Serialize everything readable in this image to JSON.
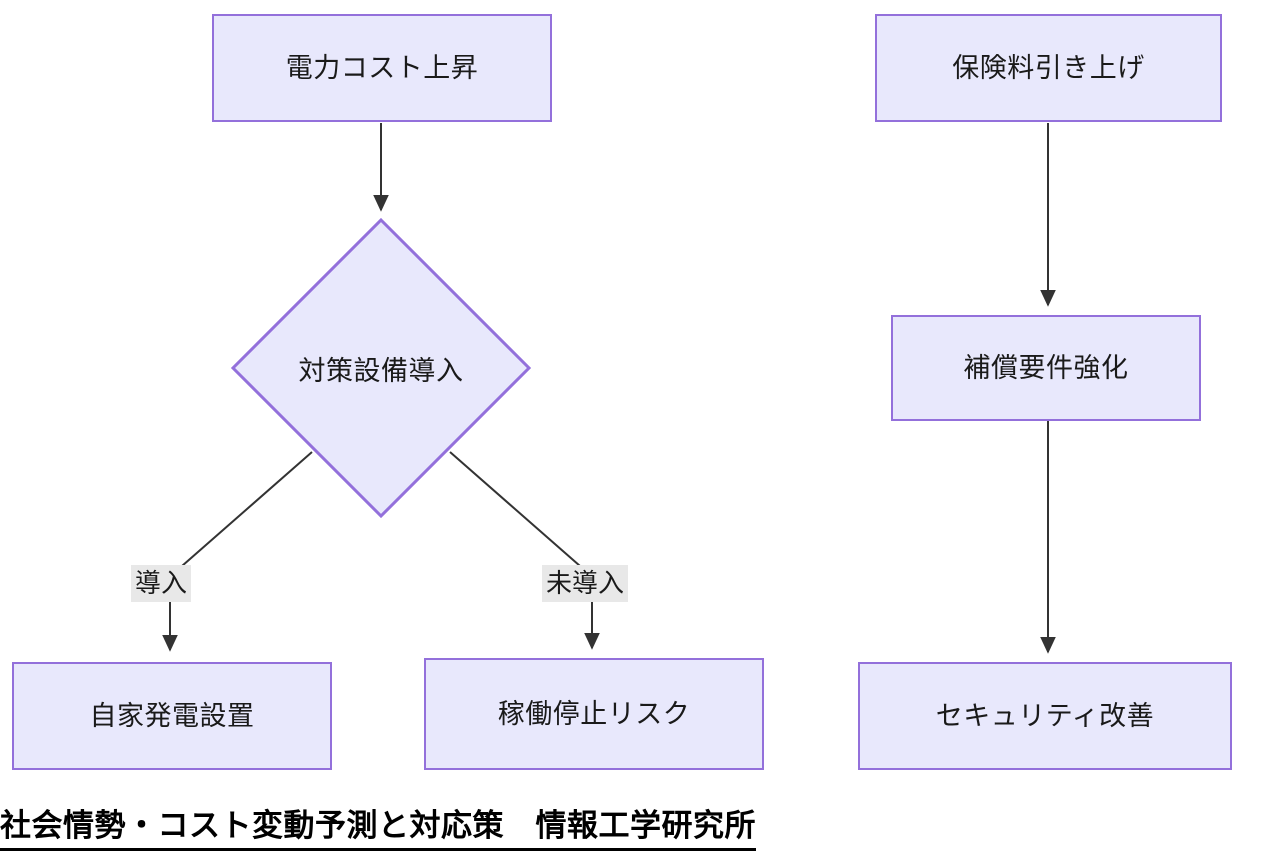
{
  "diagram": {
    "type": "flowchart",
    "caption": "社会情勢・コスト変動予測と対応策　情報工学研究所",
    "colors": {
      "node_fill": "#e8e8fc",
      "node_border": "#9370db",
      "edge_line": "#333333",
      "edge_label_bg": "#e8e8e8",
      "text": "#1a1a1a",
      "caption_text": "#000000",
      "background": "#ffffff"
    },
    "nodes": [
      {
        "id": "power_cost",
        "label": "電力コスト上昇",
        "shape": "rect"
      },
      {
        "id": "countermeasure",
        "label": "対策設備導入",
        "shape": "diamond"
      },
      {
        "id": "self_power",
        "label": "自家発電設置",
        "shape": "rect"
      },
      {
        "id": "downtime_risk",
        "label": "稼働停止リスク",
        "shape": "rect"
      },
      {
        "id": "premium_hike",
        "label": "保険料引き上げ",
        "shape": "rect"
      },
      {
        "id": "coverage_req",
        "label": "補償要件強化",
        "shape": "rect"
      },
      {
        "id": "security_imp",
        "label": "セキュリティ改善",
        "shape": "rect"
      }
    ],
    "edges": [
      {
        "from": "power_cost",
        "to": "countermeasure",
        "label": ""
      },
      {
        "from": "countermeasure",
        "to": "self_power",
        "label": "導入"
      },
      {
        "from": "countermeasure",
        "to": "downtime_risk",
        "label": "未導入"
      },
      {
        "from": "premium_hike",
        "to": "coverage_req",
        "label": ""
      },
      {
        "from": "coverage_req",
        "to": "security_imp",
        "label": ""
      }
    ]
  }
}
